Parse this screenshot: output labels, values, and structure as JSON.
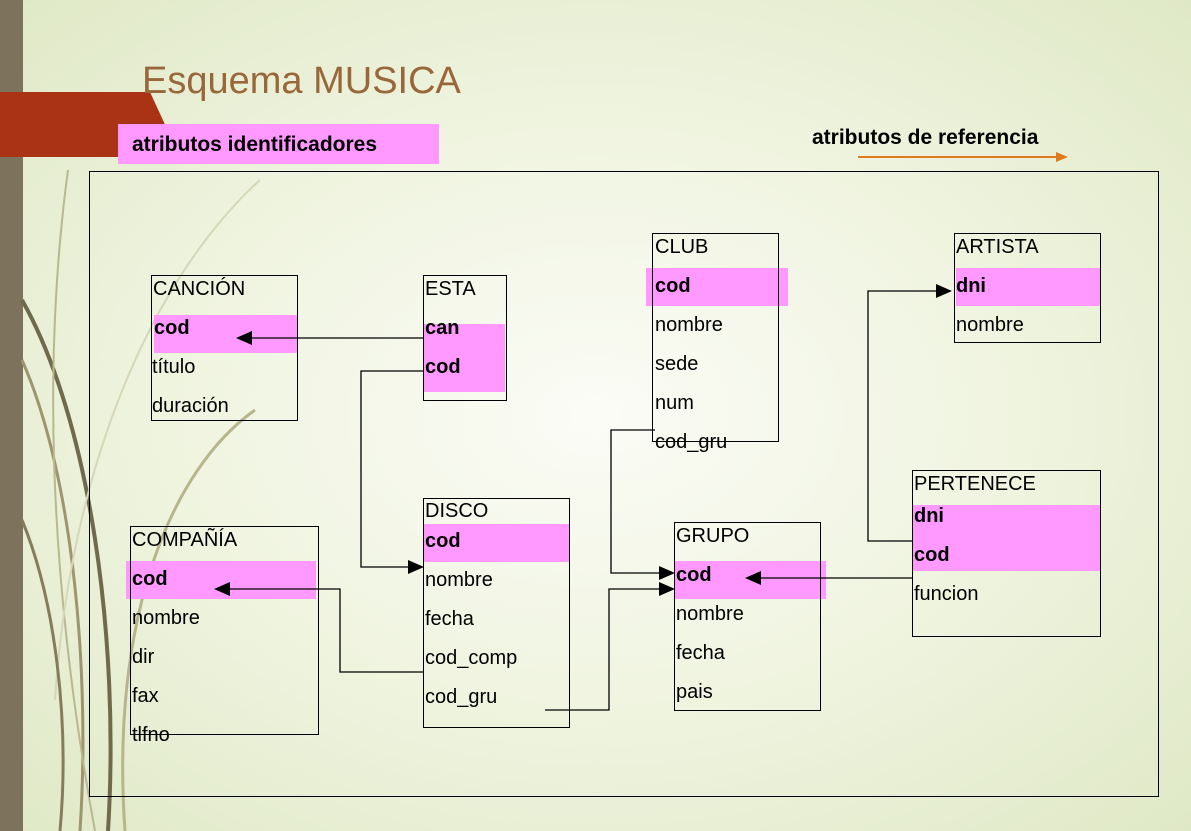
{
  "slide": {
    "title": "Esquema MUSICA",
    "legend_identifiers": "atributos identificadores",
    "legend_references": "atributos de referencia",
    "colors": {
      "highlight": "#ff99ff",
      "title": "#98673a",
      "arrow_legend": "#e07a1f",
      "accent_red": "#aa3316"
    }
  },
  "tables": {
    "cancion": {
      "name": "CANCIÓN",
      "attrs": [
        "cod",
        "título",
        "duración"
      ]
    },
    "esta": {
      "name": "ESTA",
      "attrs": [
        "can",
        "cod"
      ]
    },
    "club": {
      "name": "CLUB",
      "attrs": [
        "cod",
        "nombre",
        "sede",
        "num",
        "cod_gru"
      ]
    },
    "artista": {
      "name": "ARTISTA",
      "attrs": [
        "dni",
        "nombre"
      ]
    },
    "compania": {
      "name": "COMPAÑÍA",
      "attrs": [
        "cod",
        "nombre",
        "dir",
        "fax",
        "tlfno"
      ]
    },
    "disco": {
      "name": "DISCO",
      "attrs": [
        "cod",
        "nombre",
        "fecha",
        "cod_comp",
        "cod_gru"
      ]
    },
    "grupo": {
      "name": "GRUPO",
      "attrs": [
        "cod",
        "nombre",
        "fecha",
        "pais"
      ]
    },
    "pertenece": {
      "name": "PERTENECE",
      "attrs": [
        "dni",
        "cod",
        "funcion"
      ]
    }
  }
}
